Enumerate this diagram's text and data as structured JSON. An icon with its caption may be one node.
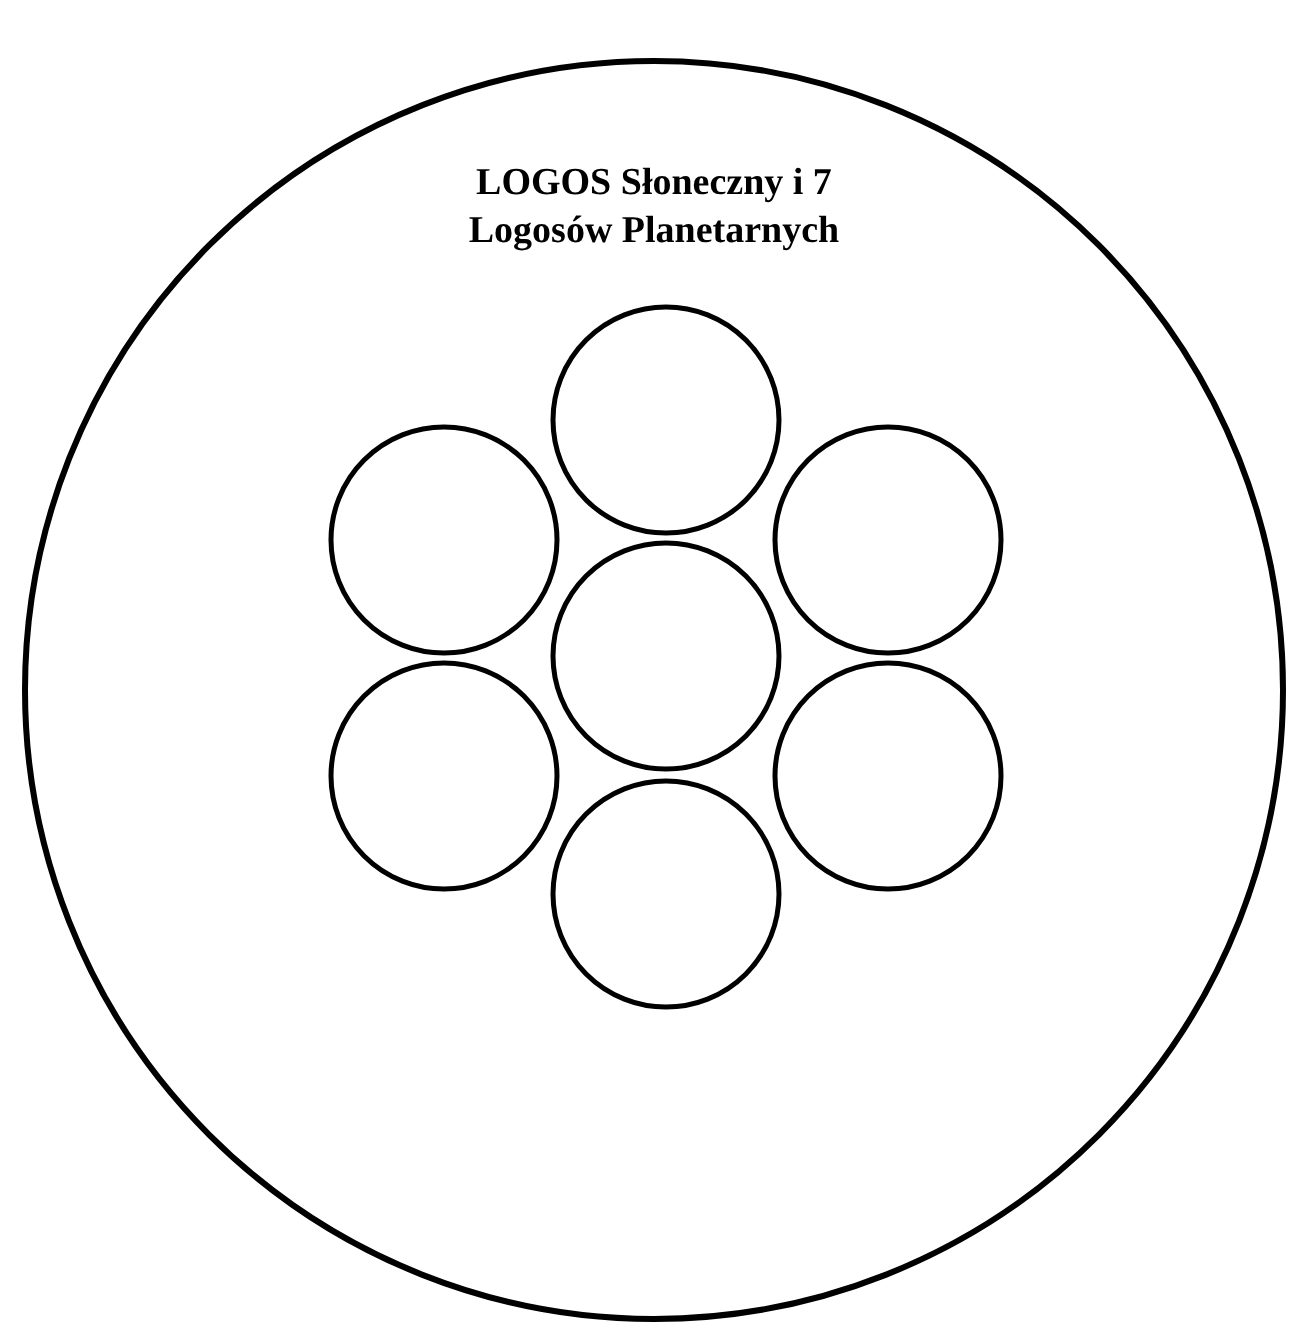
{
  "diagram": {
    "nodes": [
      {
        "text": [
          "LOGOS Słoneczny i 7 Logosów Planetarnych"
        ]
      },
      {
        "text": [],
        "shape": "circle",
        "in": 0
      },
      {
        "text": [],
        "shape": "circle",
        "in": 0
      },
      {
        "text": [],
        "shape": "circle",
        "in": 0
      },
      {
        "text": [],
        "shape": "circle",
        "in": 0
      },
      {
        "text": [],
        "shape": "circle",
        "in": 0
      },
      {
        "text": [],
        "shape": "circle",
        "in": 0
      },
      {
        "text": [],
        "shape": "circle",
        "in": 0
      }
    ],
    "edges": []
  }
}
